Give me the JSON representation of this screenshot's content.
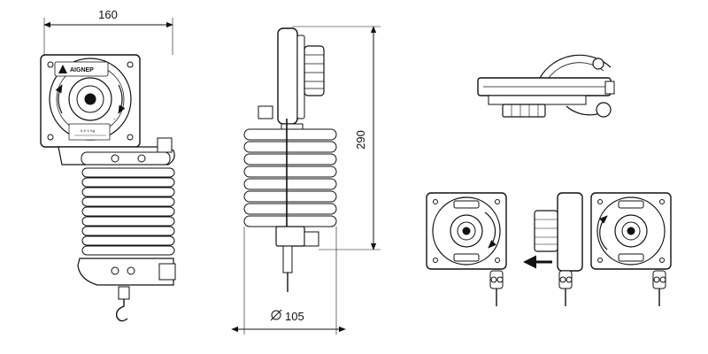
{
  "dimensions": {
    "width": "160",
    "height": "290",
    "diameter": "105"
  },
  "label": {
    "brand": "AIGNEP",
    "load": "0,4÷1 Kg"
  },
  "colors": {
    "line": "#111111",
    "fill": "#ffffff",
    "shade": "#f2f2f2"
  }
}
